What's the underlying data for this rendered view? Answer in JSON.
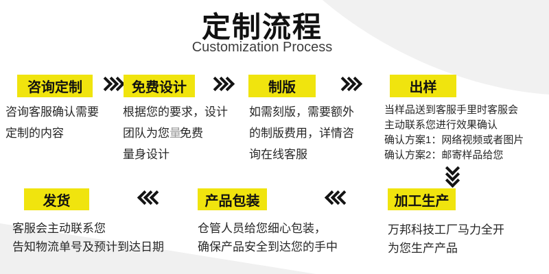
{
  "header": {
    "title": "定制流程",
    "subtitle": "Customization Process"
  },
  "colors": {
    "highlight_yellow": "#F0E40E",
    "top_right_swoosh_gray": "#F1F1F1",
    "bottom_left_band_gray": "#F0F0F0",
    "text_black": "#1A1A1A"
  },
  "steps": [
    {
      "label": "咨询定制",
      "lines": [
        "咨询客服确认需要",
        "定制的内容"
      ]
    },
    {
      "label": "免费设计",
      "lines": [
        "根据您的要求，设计"
      ],
      "line2": {
        "pre": "团队为您",
        "gray": "量",
        "post": "免费"
      },
      "line3": "量身设计"
    },
    {
      "label": "制版",
      "lines": [
        "如需刻版，需要额外",
        "的制版费用，详情咨",
        "询在线客服"
      ]
    },
    {
      "label": "出样",
      "lines": [
        "当样品送到客服手里时客服会",
        "主动联系您进行效果确认",
        "确认方案1：网络视频或者图片",
        "确认方案2：邮寄样品给您"
      ]
    },
    {
      "label": "发货",
      "lines": [
        "客服会主动联系您",
        "告知物流单号及预计到达日期"
      ]
    },
    {
      "label": "产品包装",
      "lines": [
        "仓管人员给您细心包装，",
        "确保产品安全到达您的手中"
      ]
    },
    {
      "label": "加工生产",
      "lines": [
        "万邦科技工厂马力全开",
        "为您生产产品"
      ]
    }
  ]
}
